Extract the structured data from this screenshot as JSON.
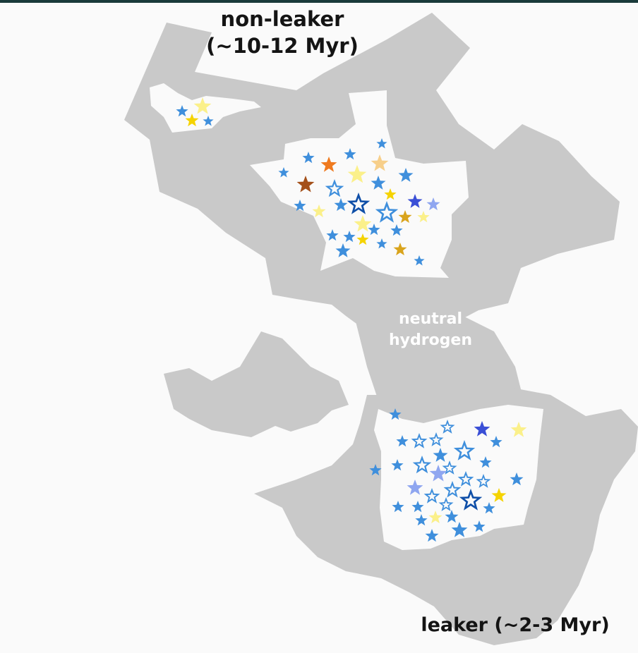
{
  "labels": {
    "non_leaker_line1": "non-leaker",
    "non_leaker_line2": "(~10-12 Myr)",
    "neutral_line1": "neutral",
    "neutral_line2": "hydrogen",
    "leaker": "leaker (~2-3 Myr)"
  },
  "colors": {
    "background": "#fafafa",
    "neutral_gas": "#c9c9c9",
    "ionized_cavity": "#fafafa",
    "space_strip": "#1a3a3a",
    "label_text": "#141414",
    "mid_label_text": "#ffffff"
  },
  "star_palette": {
    "blue": "#3f8fdc",
    "dark_blue": "#0f4fa8",
    "indigo": "#3a4fd6",
    "periwinkle": "#8fa6f0",
    "yellow": "#f5d300",
    "pale_yellow": "#fbf08a",
    "peach": "#f7cf8a",
    "orange": "#ef7a1f",
    "brown": "#a4501a",
    "gold": "#d9a41c"
  }
}
